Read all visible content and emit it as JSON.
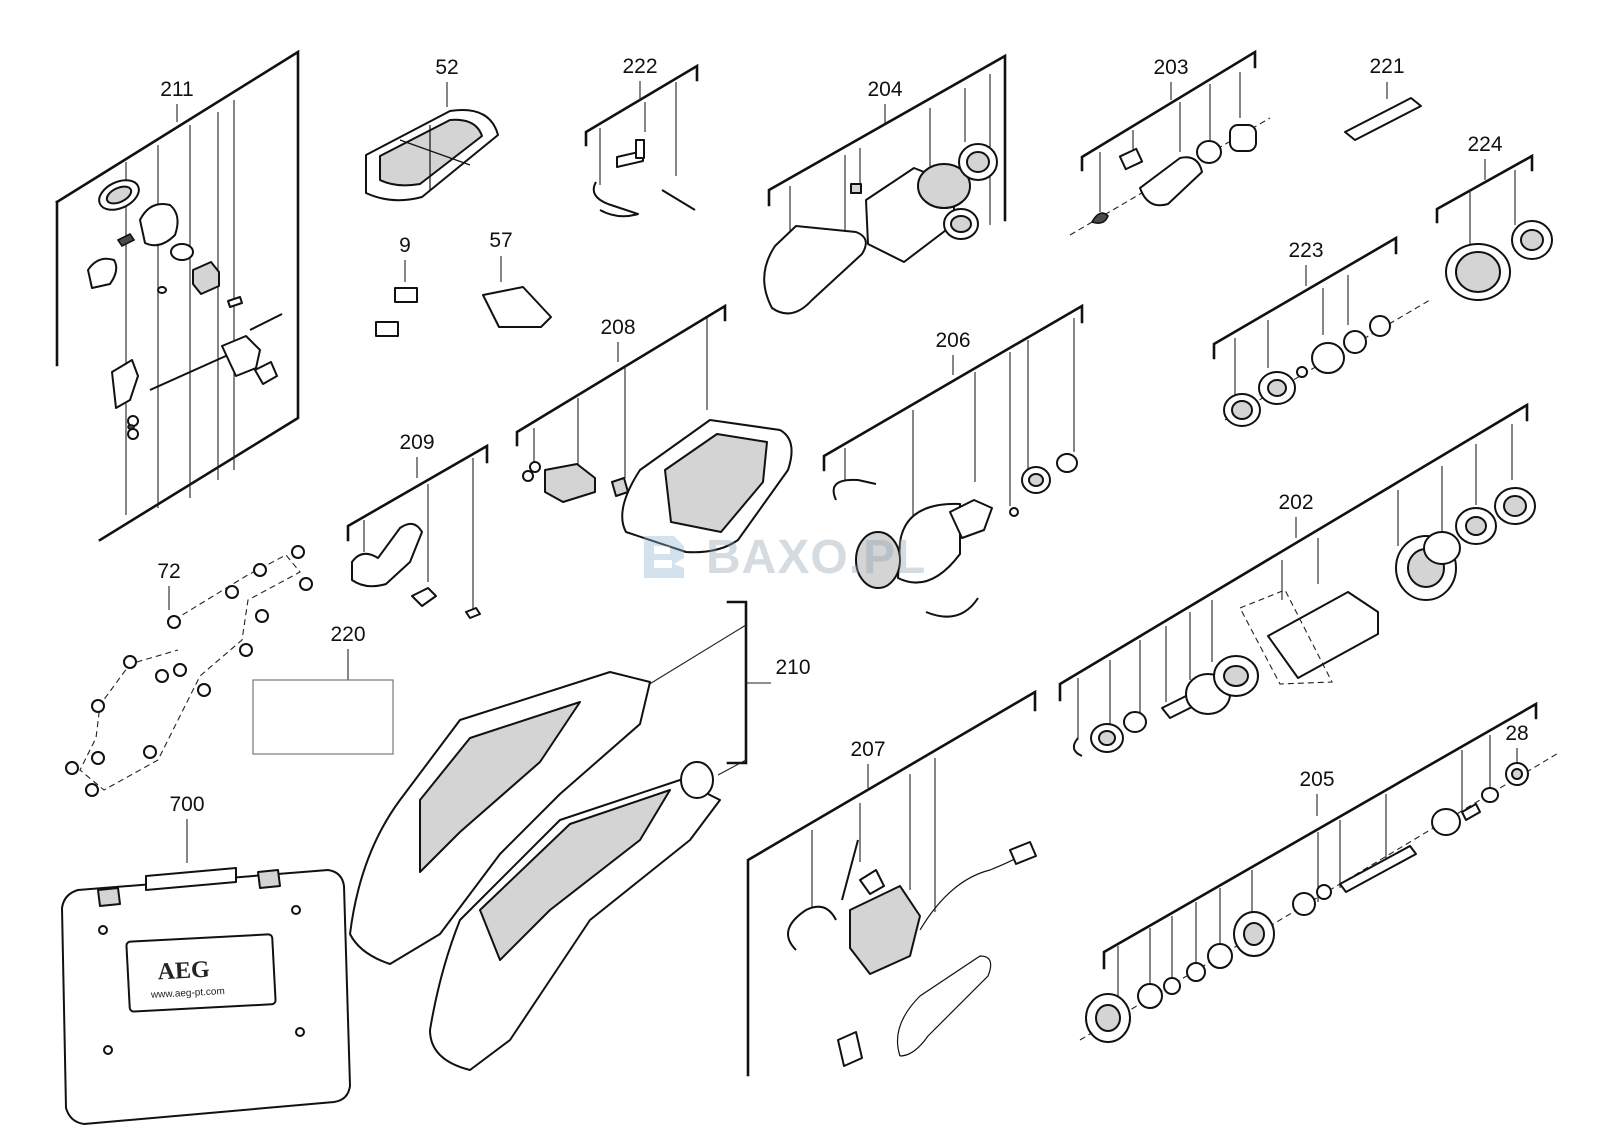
{
  "diagram": {
    "brand_on_case": "AEG",
    "url_on_case": "www.aeg-pt.com",
    "watermark": "BAXO.PL",
    "callouts": [
      "211",
      "52",
      "222",
      "204",
      "203",
      "221",
      "224",
      "9",
      "57",
      "223",
      "208",
      "206",
      "209",
      "202",
      "72",
      "220",
      "210",
      "207",
      "28",
      "205",
      "700"
    ]
  }
}
